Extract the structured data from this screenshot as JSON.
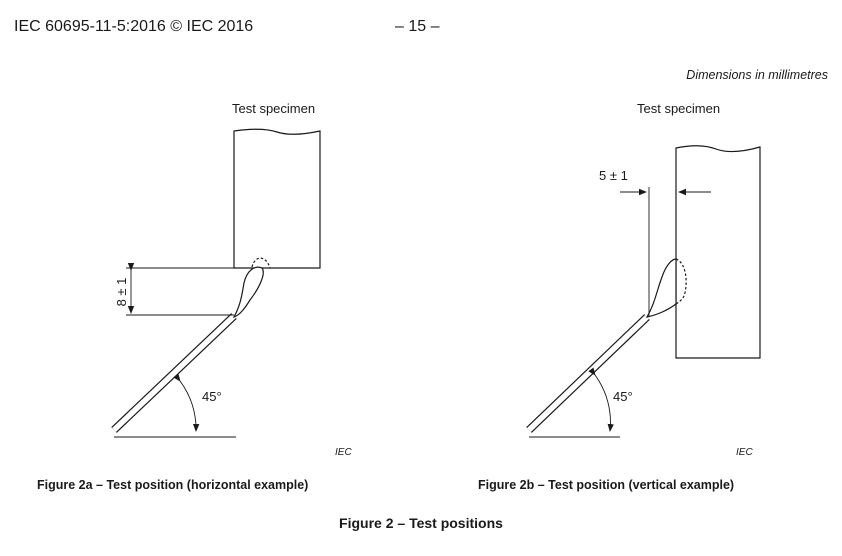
{
  "header": {
    "standard": "IEC 60695-11-5:2016 © IEC 2016",
    "page": "– 15 –"
  },
  "units_note": "Dimensions in millimetres",
  "figure_a": {
    "specimen_label": "Test specimen",
    "dimension_label": "8 ± 1",
    "angle_label": "45°",
    "mark": "IEC",
    "caption": "Figure 2a – Test position (horizontal example)"
  },
  "figure_b": {
    "specimen_label": "Test specimen",
    "dimension_label": "5 ± 1",
    "angle_label": "45°",
    "mark": "IEC",
    "caption": "Figure 2b – Test position (vertical example)"
  },
  "caption": "Figure 2 – Test positions"
}
